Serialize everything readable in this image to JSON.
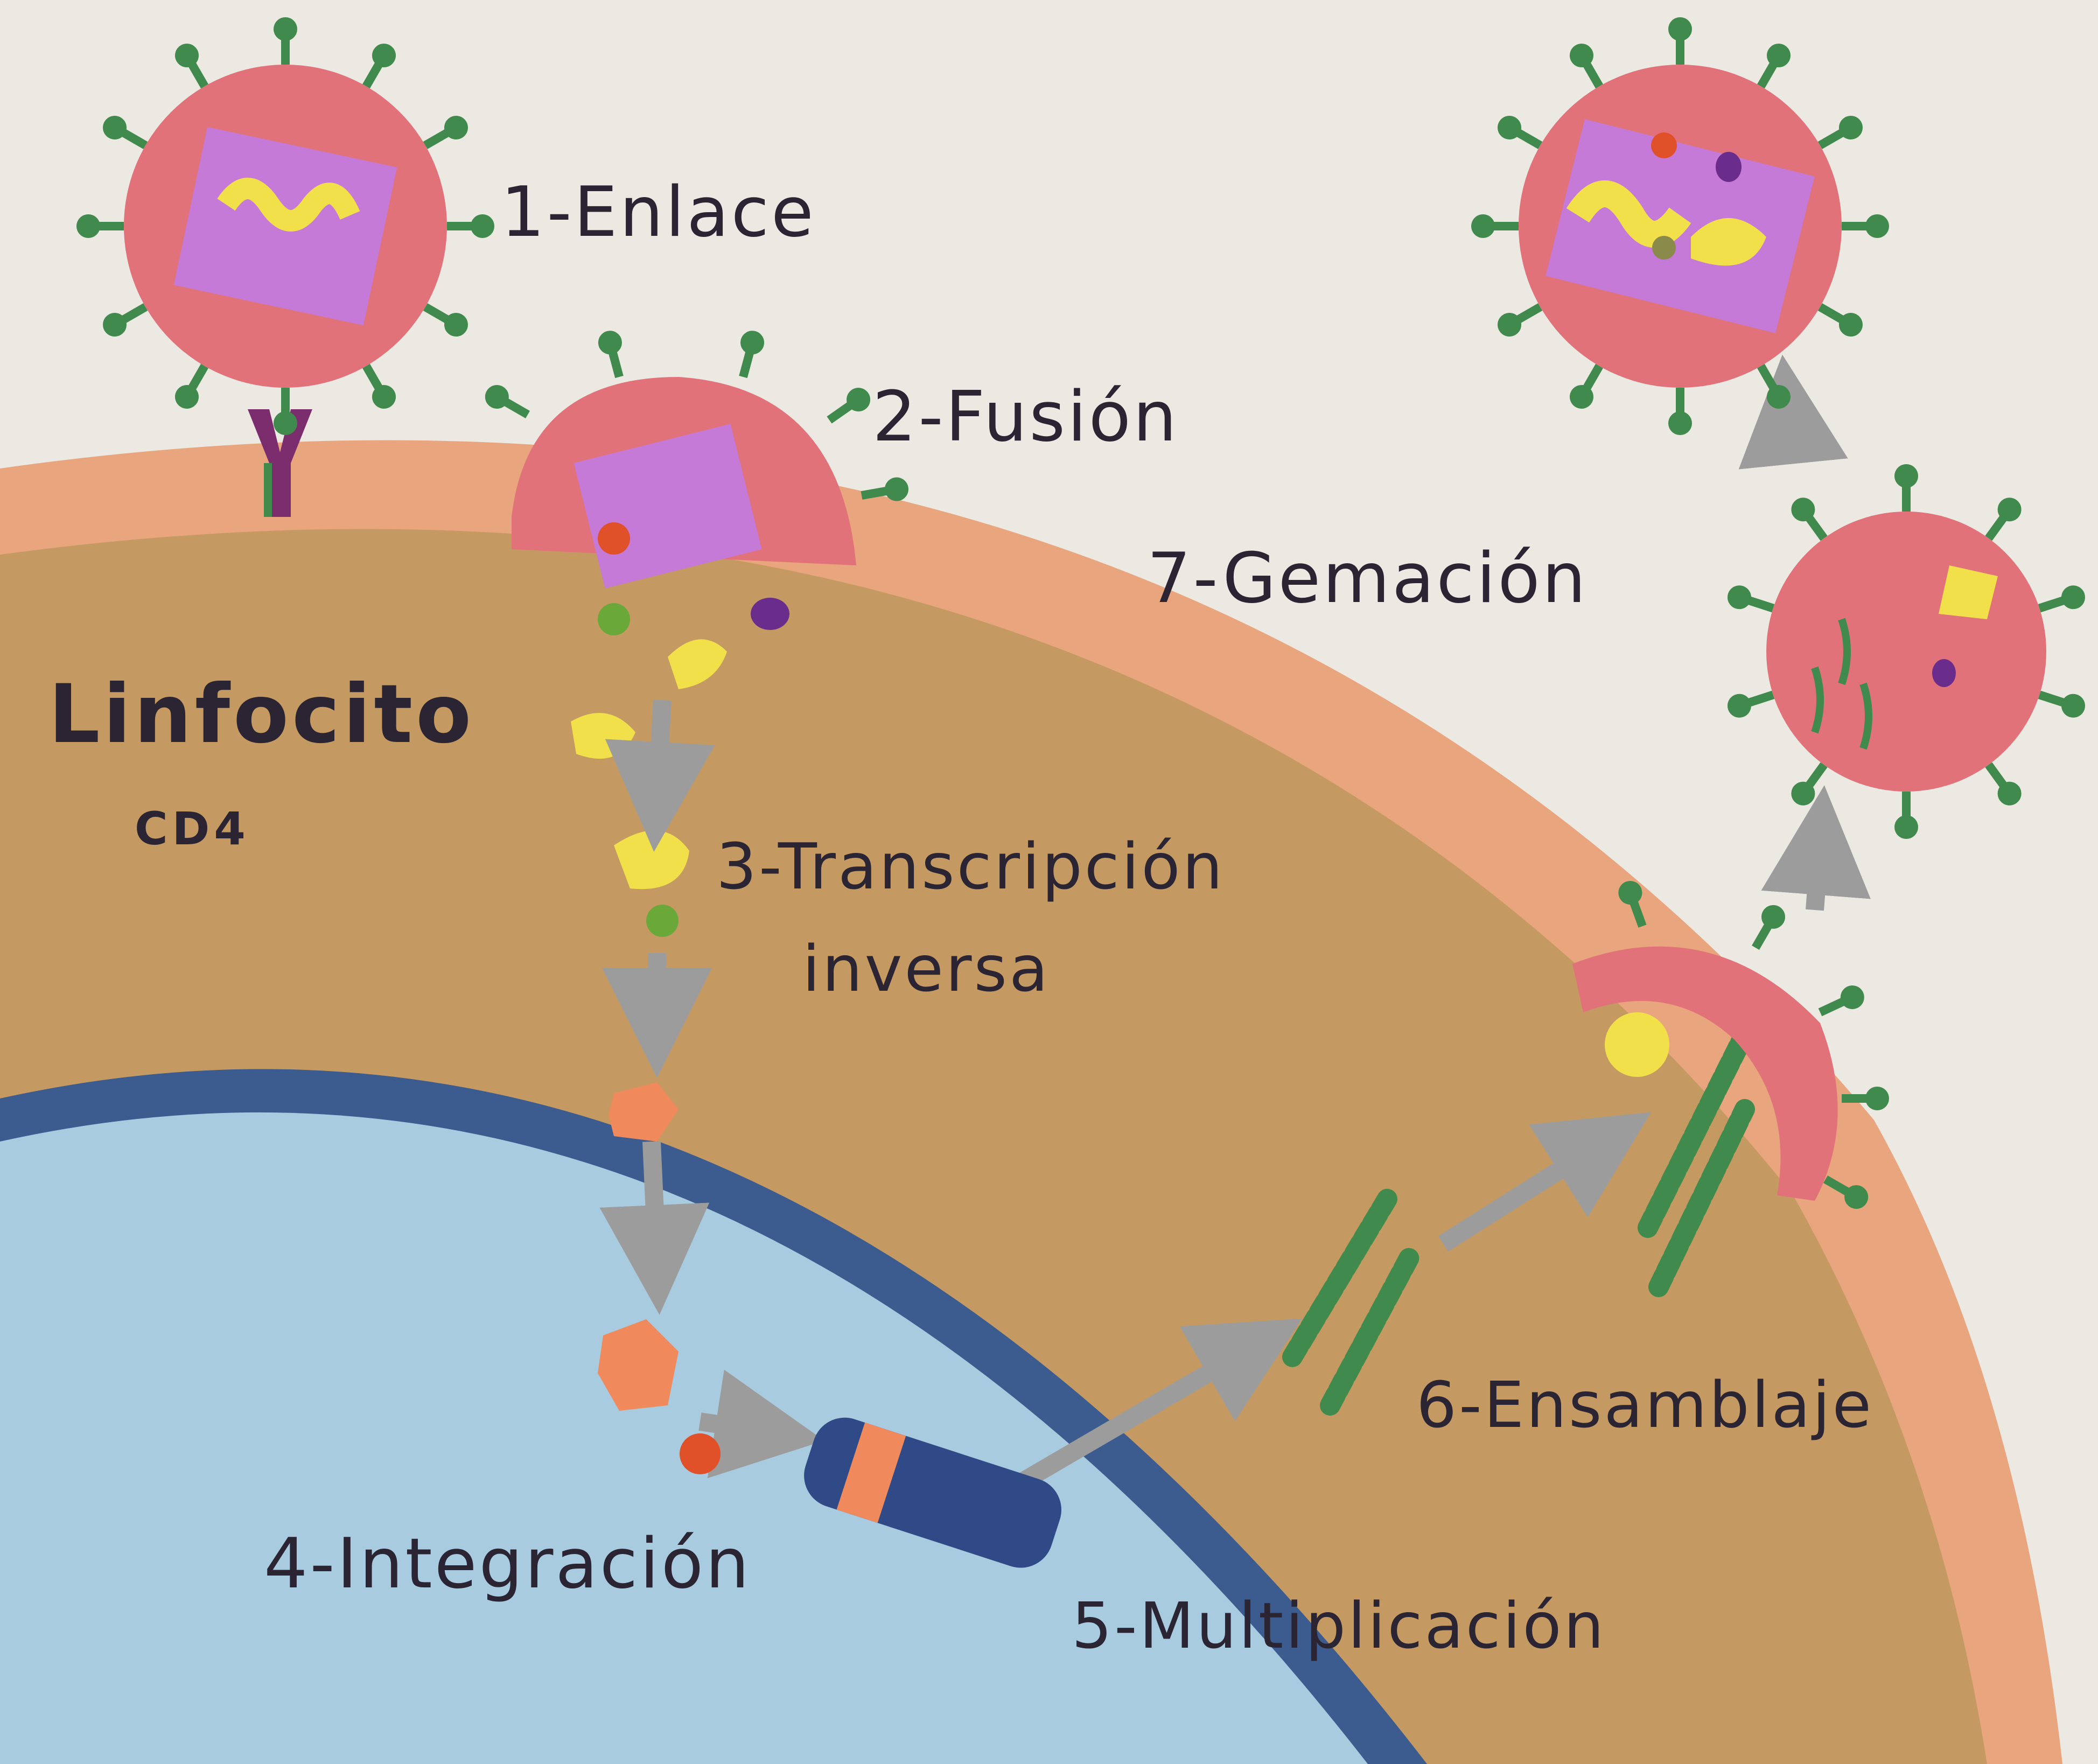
{
  "cell": {
    "title": "Linfocito",
    "subtitle": "CD4"
  },
  "steps": [
    {
      "id": "1",
      "label": "1-Enlace"
    },
    {
      "id": "2",
      "label": "2-Fusión"
    },
    {
      "id": "3",
      "line1": "3-Transcripción",
      "line2": "inversa"
    },
    {
      "id": "4",
      "label": "4-Integración"
    },
    {
      "id": "5",
      "label": "5-Multiplicación"
    },
    {
      "id": "6",
      "label": "6-Ensamblaje"
    },
    {
      "id": "7",
      "label": "7-Gemación"
    }
  ],
  "colors": {
    "paper": "#ece9e2",
    "membrane": "#e9a57d",
    "cytoplasm": "#c49a62",
    "nucleus": "#a9cbe0",
    "nuclear_envelope": "#3c5b8e",
    "virus_body": "#e2727a",
    "spike": "#3f8a4c",
    "capsid": "#c47ad6",
    "rna": "#f2e04a",
    "enzyme": "#f08a5c",
    "arrow": "#9c9c9c"
  }
}
